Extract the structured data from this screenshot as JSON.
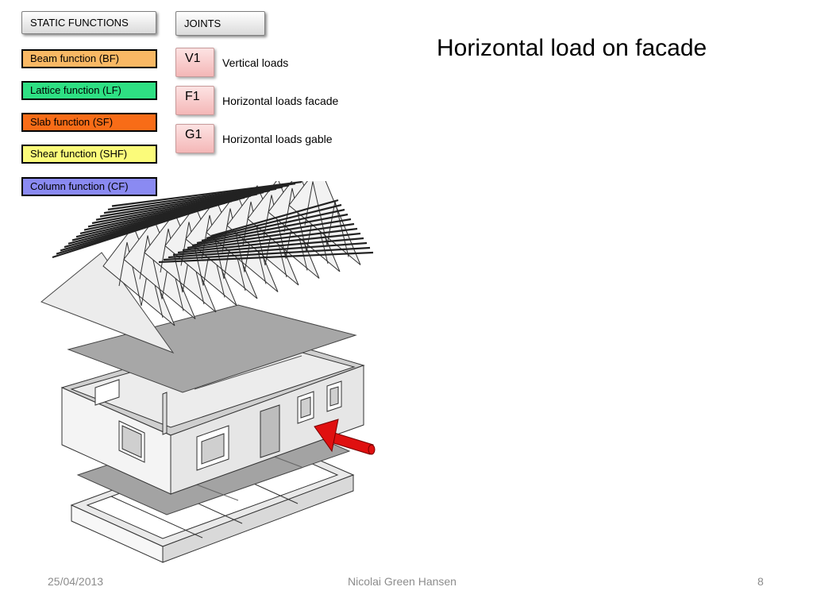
{
  "title": "Horizontal load on facade",
  "static_functions": {
    "header": "STATIC FUNCTIONS",
    "items": [
      {
        "label": "Beam function (BF)",
        "color": "#f9b864"
      },
      {
        "label": "Lattice function (LF)",
        "color": "#2ee083"
      },
      {
        "label": "Slab function (SF)",
        "color": "#f86c17"
      },
      {
        "label": "Shear function (SHF)",
        "color": "#fbfb7a"
      },
      {
        "label": "Column function (CF)",
        "color": "#8a8af2"
      }
    ]
  },
  "joints": {
    "header": "JOINTS",
    "items": [
      {
        "code": "V1",
        "label": "Vertical loads"
      },
      {
        "code": "F1",
        "label": "Horizontal loads facade"
      },
      {
        "code": "G1",
        "label": "Horizontal loads gable"
      }
    ]
  },
  "illustration": {
    "load_arrow_color": "#e01010"
  },
  "footer": {
    "date": "25/04/2013",
    "author": "Nicolai Green Hansen",
    "page": "8"
  }
}
